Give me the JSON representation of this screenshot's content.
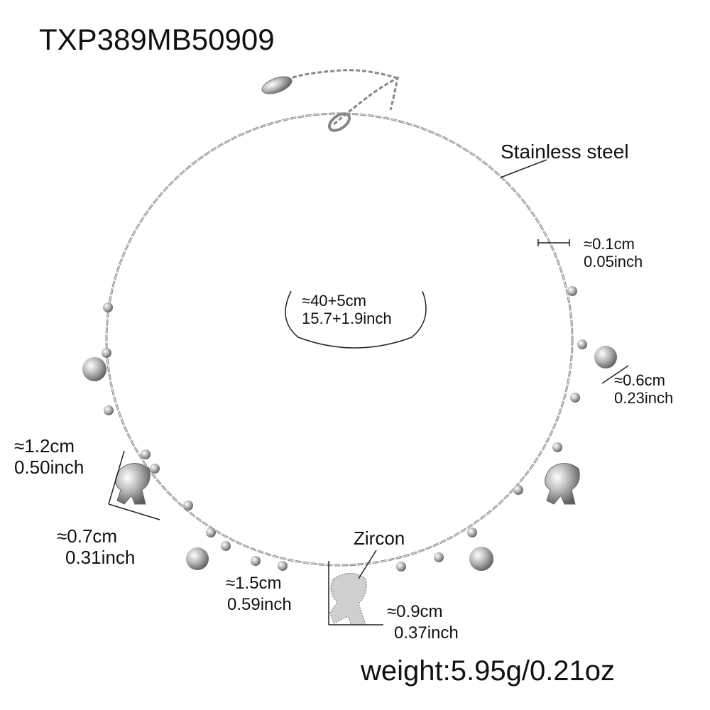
{
  "product_code": "TXP389MB50909",
  "labels": {
    "material_chain": "Stainless steel",
    "chain_width_cm": "≈0.1cm",
    "chain_width_inch": "0.05inch",
    "length_cm": "≈40+5cm",
    "length_inch": "15.7+1.9inch",
    "bell_cm": "≈0.6cm",
    "bell_inch": "0.23inch",
    "dog_height_cm": "≈1.2cm",
    "dog_height_inch": "0.50inch",
    "dog_width_cm": "≈0.7cm",
    "dog_width_inch": "0.31inch",
    "zircon": "Zircon",
    "zircon_height_cm": "≈1.5cm",
    "zircon_height_inch": "0.59inch",
    "zircon_width_cm": "≈0.9cm",
    "zircon_width_inch": "0.37inch",
    "weight": "weight:5.95g/0.21oz"
  },
  "colors": {
    "metal": "#9a9a9a",
    "metal_light": "#d8d8d8",
    "text": "#111111"
  }
}
